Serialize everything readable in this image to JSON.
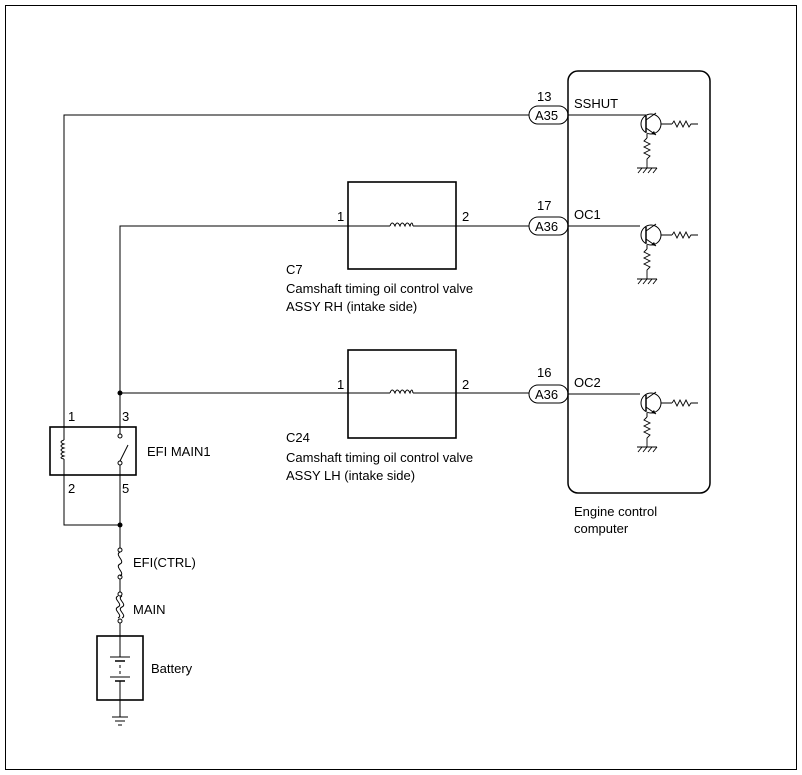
{
  "ecu": {
    "label_line1": "Engine control",
    "label_line2": "computer",
    "pins": [
      {
        "number": "13",
        "connector": "A35",
        "signal": "SSHUT"
      },
      {
        "number": "17",
        "connector": "A36",
        "signal": "OC1"
      },
      {
        "number": "16",
        "connector": "A36",
        "signal": "OC2"
      }
    ]
  },
  "valves": [
    {
      "code": "C7",
      "name_line1": "Camshaft timing oil control valve",
      "name_line2": "ASSY RH (intake side)",
      "pin_left": "1",
      "pin_right": "2"
    },
    {
      "code": "C24",
      "name_line1": "Camshaft timing oil control valve",
      "name_line2": "ASSY LH (intake side)",
      "pin_left": "1",
      "pin_right": "2"
    }
  ],
  "relay": {
    "name": "EFI MAIN1",
    "pin_tl": "1",
    "pin_tr": "3",
    "pin_bl": "2",
    "pin_br": "5"
  },
  "fuses": {
    "efi_ctrl": "EFI(CTRL)",
    "main": "MAIN"
  },
  "battery": {
    "label": "Battery"
  }
}
